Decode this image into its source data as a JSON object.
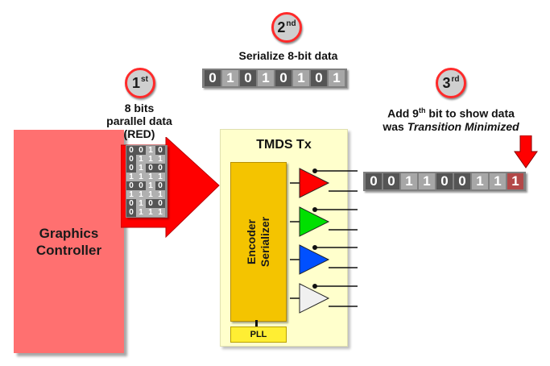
{
  "steps": {
    "first": {
      "num": "1",
      "suffix": "st",
      "caption_line1": "8 bits",
      "caption_line2": "parallel data",
      "caption_line3": "(RED)"
    },
    "second": {
      "num": "2",
      "suffix": "nd",
      "caption": "Serialize 8-bit data"
    },
    "third": {
      "num": "3",
      "suffix": "rd",
      "caption_a": "Add 9",
      "caption_sup": "th",
      "caption_b": " bit to show data",
      "caption_line2_prefix": "was ",
      "caption_line2_italic": "Transition Minimized"
    }
  },
  "serial_8bit": [
    "0",
    "1",
    "0",
    "1",
    "0",
    "1",
    "0",
    "1"
  ],
  "serial_9bit": [
    "0",
    "0",
    "1",
    "1",
    "0",
    "0",
    "1",
    "1",
    "1"
  ],
  "parallel_bits": [
    [
      "0",
      "0",
      "1",
      "0"
    ],
    [
      "0",
      "1",
      "1",
      "1"
    ],
    [
      "0",
      "1",
      "0",
      "0"
    ],
    [
      "1",
      "1",
      "1",
      "1"
    ],
    [
      "0",
      "0",
      "1",
      "0"
    ],
    [
      "1",
      "1",
      "1",
      "1"
    ],
    [
      "0",
      "1",
      "0",
      "0"
    ],
    [
      "0",
      "1",
      "1",
      "1"
    ]
  ],
  "graphics_controller": "Graphics Controller",
  "tmds": {
    "title": "TMDS Tx",
    "encoder_line1": "Encoder",
    "encoder_line2": "Serializer",
    "pll": "PLL"
  },
  "colors": {
    "red_channel": "#ff0000",
    "green_channel": "#00e000",
    "blue_channel": "#0050ff",
    "clock_channel": "#f0f0f0",
    "controller": "#ff7070",
    "tmds_bg": "#ffffcc",
    "encoder": "#f4c400",
    "pll": "#ffee33"
  }
}
